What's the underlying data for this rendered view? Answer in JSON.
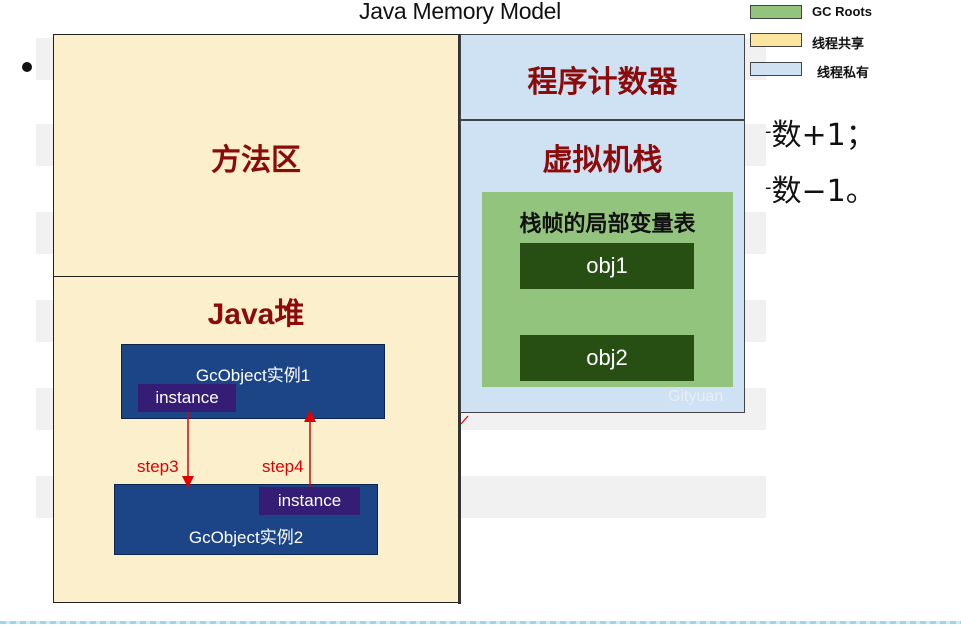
{
  "title": "Java Memory Model",
  "legend": [
    {
      "label": "GC Roots",
      "color": "#93c47d"
    },
    {
      "label": "线程共享",
      "color": "#fce5a0"
    },
    {
      "label": "线程私有",
      "color": "#cfe2f3"
    }
  ],
  "regions": {
    "method_area": "方法区",
    "heap": "Java堆",
    "program_counter": "程序计数器",
    "vm_stack": "虚拟机栈"
  },
  "stack_frame": {
    "title": "栈帧的局部变量表",
    "obj1": "obj1",
    "obj2": "obj2"
  },
  "objects": {
    "obj1_label": "GcObject实例1",
    "obj1_field": "instance",
    "obj2_label": "GcObject实例2",
    "obj2_field": "instance"
  },
  "steps": {
    "step3": "step3",
    "step4": "step4"
  },
  "watermark": "Gityuan",
  "side_text": [
    "数+1；",
    "数−1。"
  ]
}
